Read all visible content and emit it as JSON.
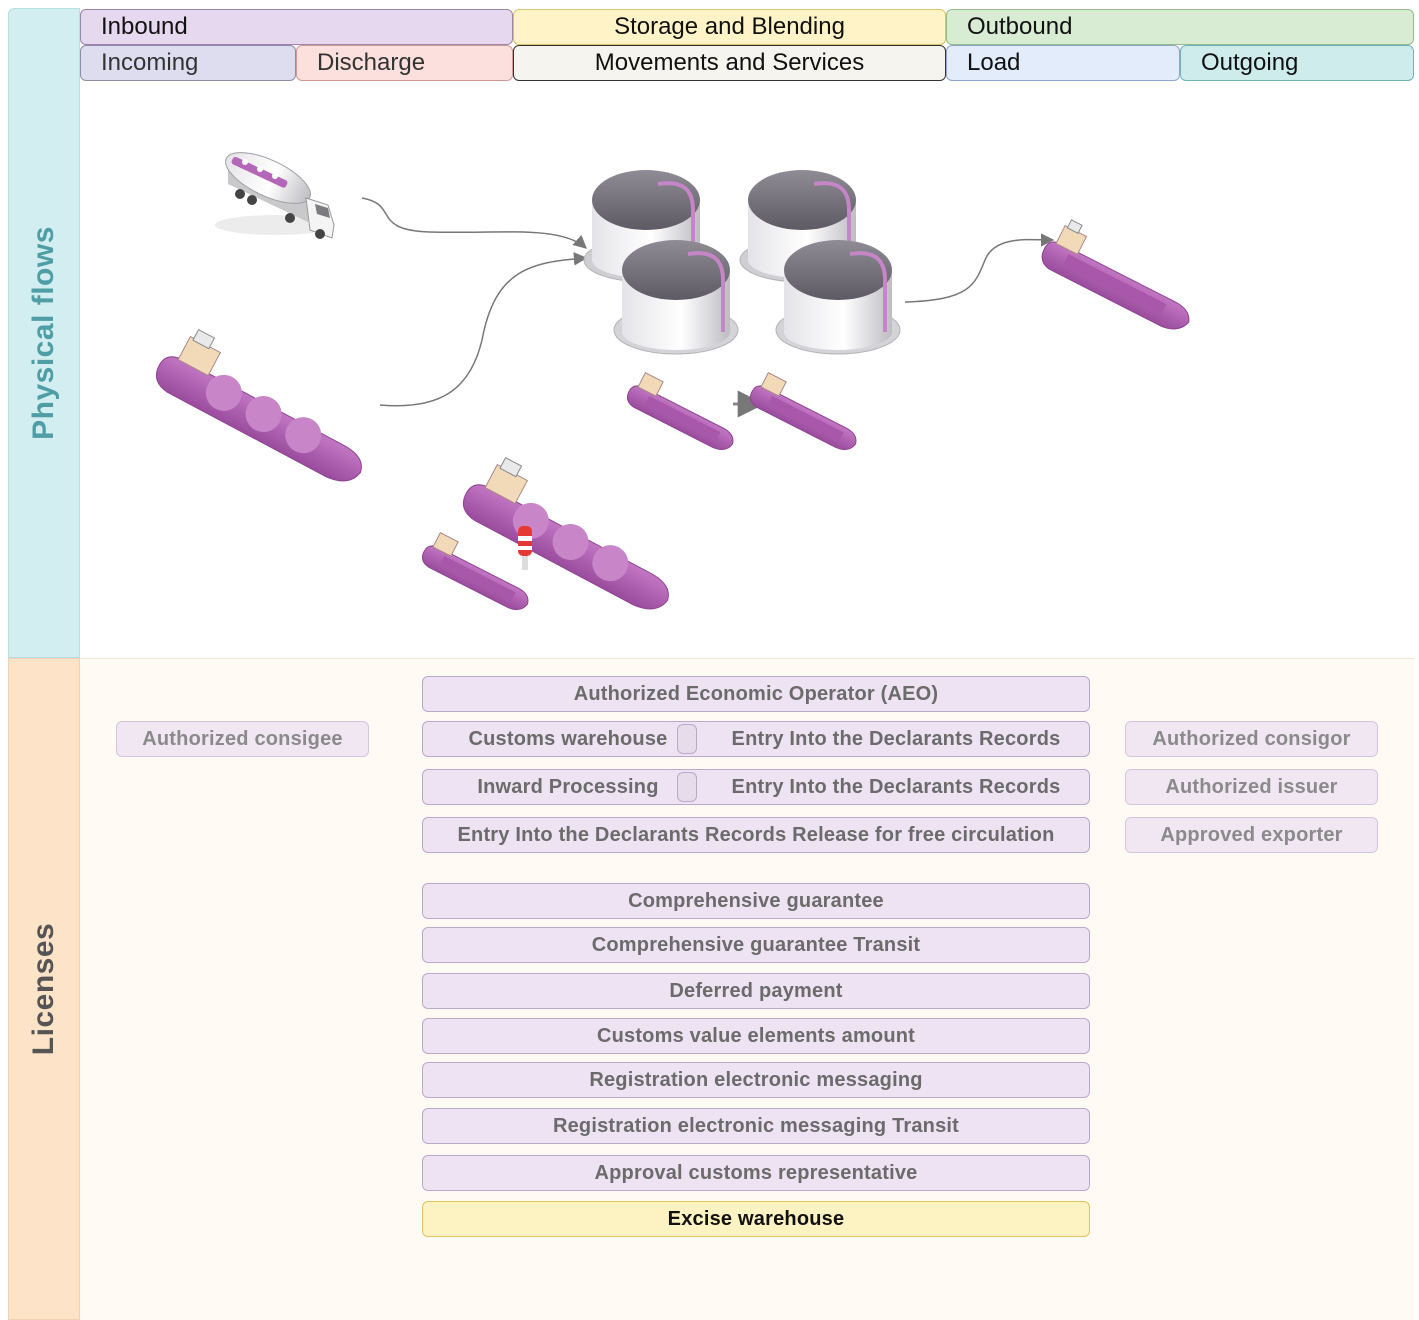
{
  "lanes": {
    "physical": {
      "label": "Physical flows"
    },
    "licenses": {
      "label": "Licenses"
    }
  },
  "header": {
    "row1": [
      "Inbound",
      "Storage and Blending",
      "Outbound"
    ],
    "row2": [
      "Incoming",
      "Discharge",
      "Movements and Services",
      "Load",
      "Outgoing"
    ]
  },
  "licenses": {
    "aeo": "Authorized Economic Operator (AEO)",
    "customs_warehouse": "Customs warehouse",
    "entry_records_1": "Entry Into the Declarants Records",
    "inward_processing": "Inward Processing",
    "entry_records_2": "Entry Into the Declarants Records",
    "release_free_circulation": "Entry Into the Declarants Records Release for free circulation",
    "comprehensive_guarantee": "Comprehensive guarantee",
    "comprehensive_guarantee_transit": "Comprehensive guarantee Transit",
    "deferred_payment": "Deferred payment",
    "customs_value_elements": "Customs value elements amount",
    "registration_messaging": "Registration electronic messaging",
    "registration_messaging_transit": "Registration electronic messaging Transit",
    "approval_representative": "Approval customs representative",
    "excise_warehouse": "Excise warehouse",
    "authorized_consignee": "Authorized consigee",
    "authorized_consignor": "Authorized consigor",
    "authorized_issuer": "Authorized issuer",
    "approved_exporter": "Approved exporter"
  },
  "colors": {
    "physical_lane": "#d3eef0",
    "licenses_lane": "#fde3c8",
    "licenses_bg": "#fffaf4",
    "inbound": "#e6d8ee",
    "storage": "#fff3c7",
    "outbound": "#d8ecd3",
    "incoming": "#dedcef",
    "discharge": "#fbe0dd",
    "movements": "#f6f4ee",
    "load": "#e2ecfb",
    "outgoing": "#cfeced",
    "vessel": "#b567b7",
    "tank": "#c9c9cd"
  },
  "icons": [
    "tanker-truck-icon",
    "storage-tank-icon",
    "lng-carrier-icon",
    "small-tanker-icon",
    "buoy-icon"
  ]
}
